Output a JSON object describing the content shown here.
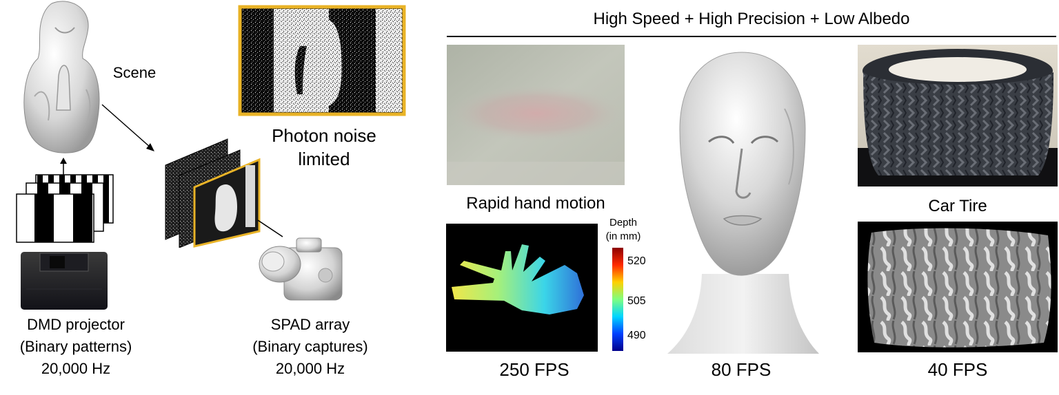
{
  "left": {
    "scene_label": "Scene",
    "photon_label_line1": "Photon noise",
    "photon_label_line2": "limited",
    "projector": {
      "line1": "DMD projector",
      "line2": "(Binary patterns)",
      "line3": "20,000 Hz"
    },
    "spad": {
      "line1": "SPAD array",
      "line2": "(Binary captures)",
      "line3": "20,000 Hz"
    }
  },
  "right": {
    "header": "High Speed + High Precision + Low Albedo",
    "hand": {
      "caption": "Rapid hand motion",
      "fps": "250 FPS",
      "colorbar": {
        "title_line1": "Depth",
        "title_line2": "(in mm)",
        "ticks": [
          "520",
          "505",
          "490"
        ]
      }
    },
    "face": {
      "fps": "80 FPS"
    },
    "tire": {
      "caption": "Car Tire",
      "fps": "40 FPS"
    }
  },
  "colors": {
    "frame_gold": "#e9b327",
    "colorbar_stops": [
      "#8b0000",
      "#ff2a00",
      "#ffd000",
      "#7fff7f",
      "#00d5ff",
      "#0040ff",
      "#00008b"
    ]
  }
}
